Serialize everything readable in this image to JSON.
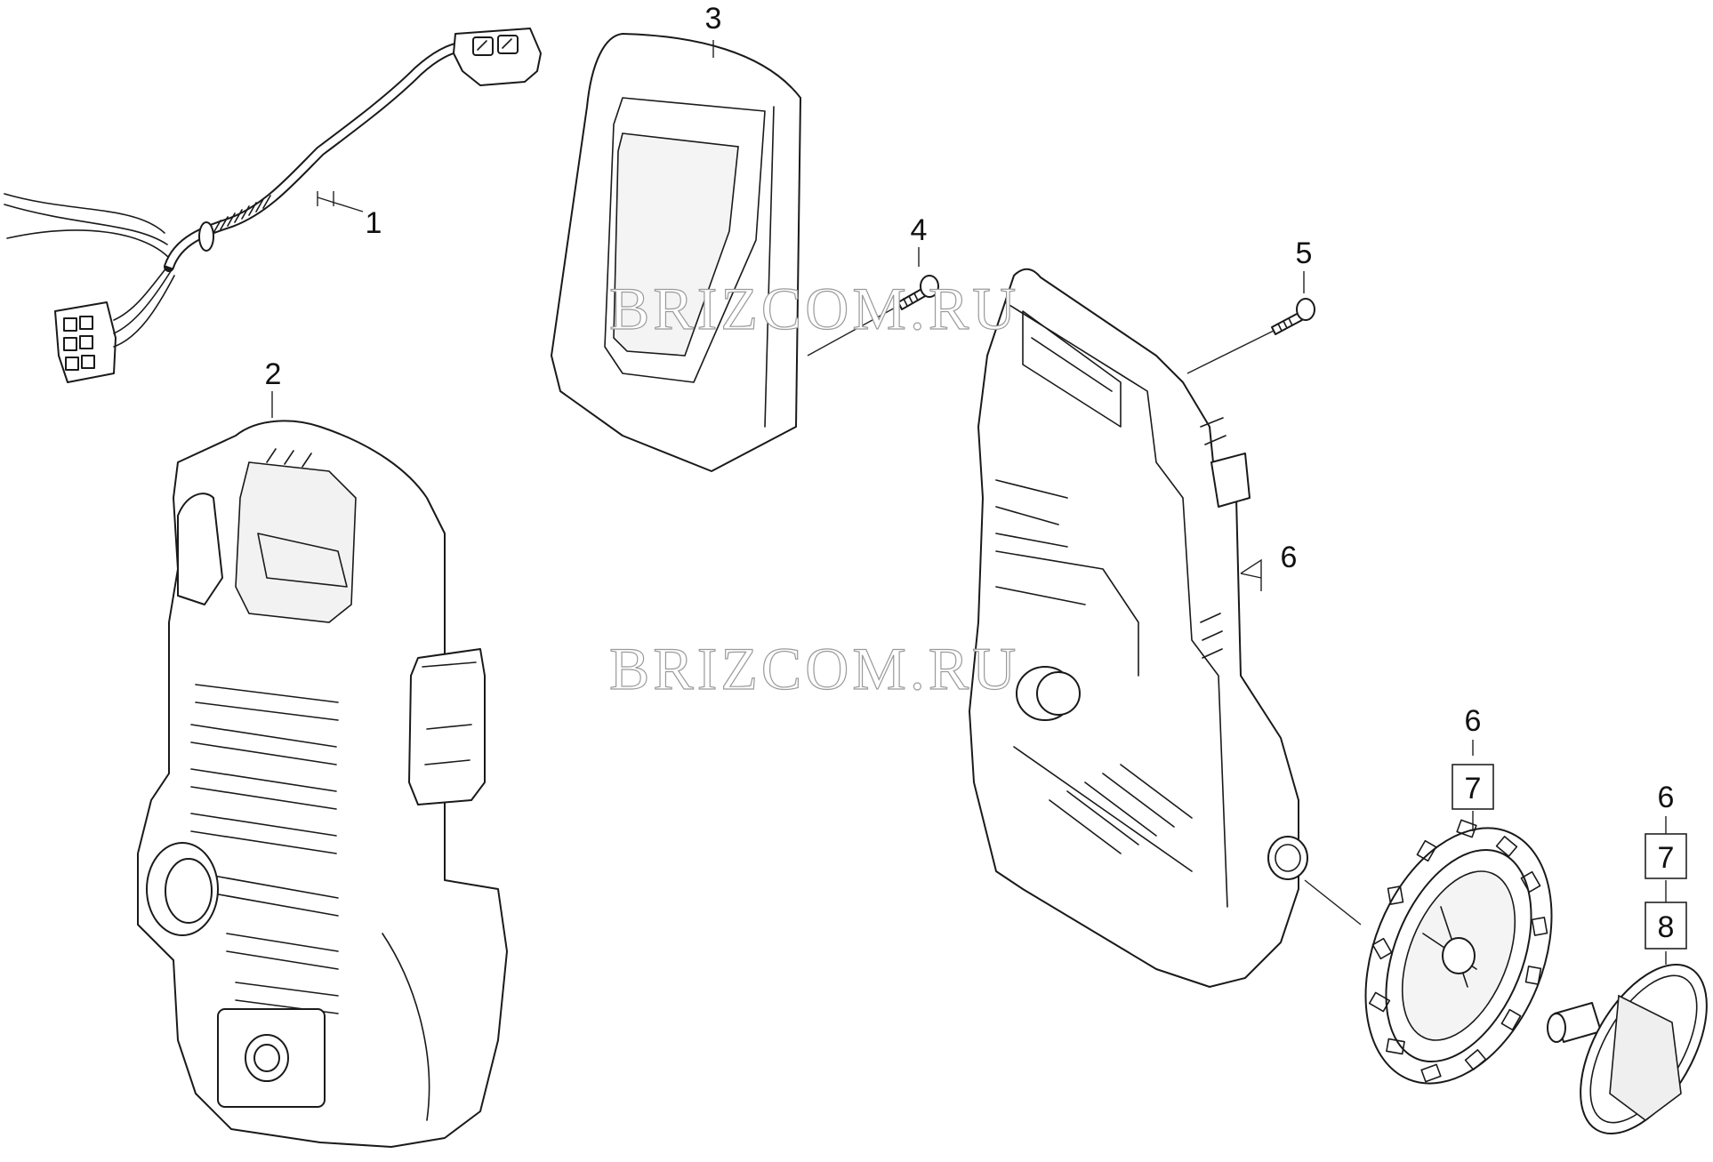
{
  "watermarks": [
    "BRIZCOM.RU",
    "BRIZCOM.RU"
  ],
  "callouts": {
    "c1": "1",
    "c2": "2",
    "c3": "3",
    "c4": "4",
    "c5": "5",
    "c6a": "6",
    "c6b": "6",
    "c7b": "7",
    "c6c": "6",
    "c7c": "7",
    "c8c": "8"
  },
  "parts": [
    {
      "id": "1",
      "icon": "power-cord-icon"
    },
    {
      "id": "2",
      "icon": "front-housing-icon"
    },
    {
      "id": "3",
      "icon": "handle-cover-icon"
    },
    {
      "id": "4",
      "icon": "screw-icon"
    },
    {
      "id": "5",
      "icon": "screw-icon"
    },
    {
      "id": "6",
      "icon": "rear-housing-icon"
    },
    {
      "id": "7",
      "icon": "wheel-icon"
    },
    {
      "id": "8",
      "icon": "hub-cap-icon"
    }
  ]
}
